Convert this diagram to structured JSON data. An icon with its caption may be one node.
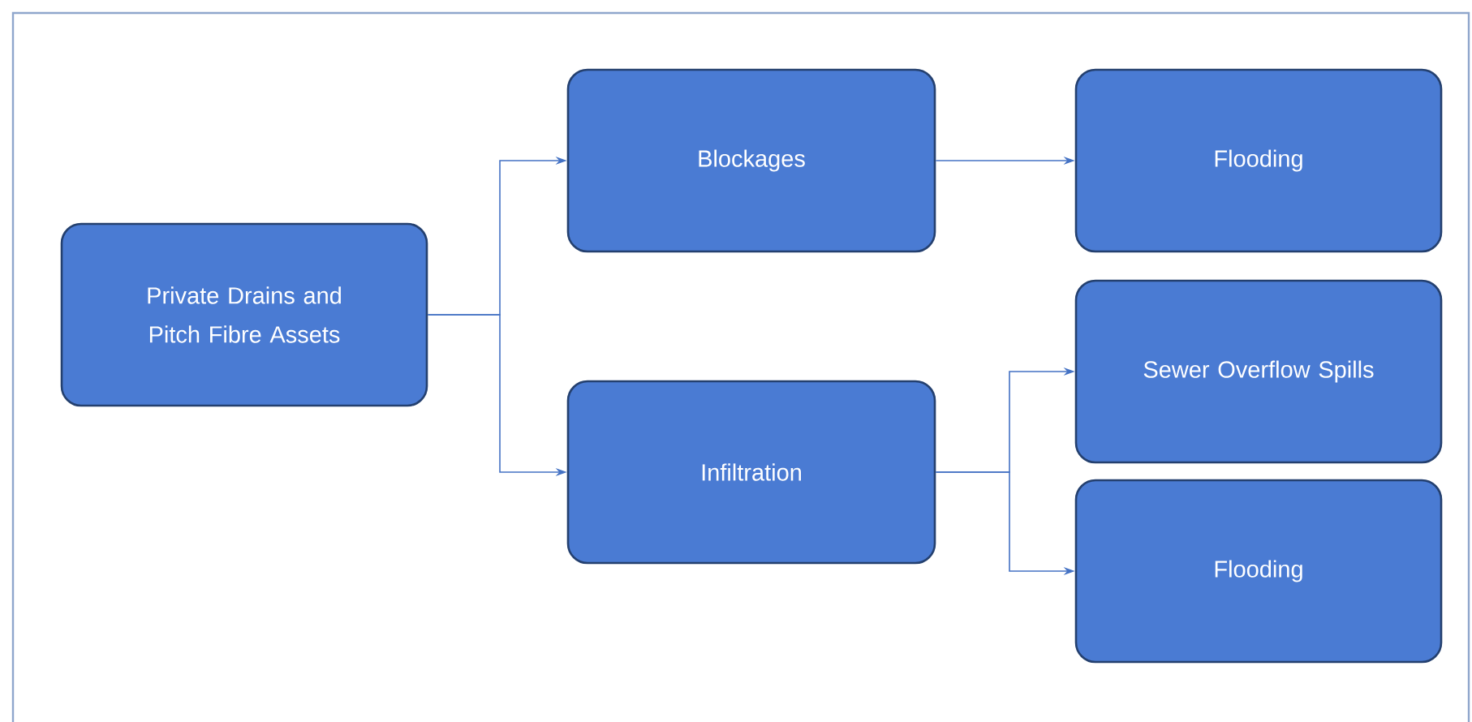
{
  "diagram": {
    "nodes": [
      {
        "text": [
          "Private Drains and Pitch Fibre Assets"
        ]
      },
      {
        "text": [
          "Blockages"
        ]
      },
      {
        "text": [
          "Infiltration"
        ]
      },
      {
        "text": [
          "Flooding"
        ]
      },
      {
        "text": [
          "Sewer Overflow Spills"
        ]
      },
      {
        "text": [
          "Flooding"
        ]
      }
    ],
    "edges": [
      {
        "from": 0,
        "to": 1,
        "arrow": "to"
      },
      {
        "from": 0,
        "to": 2,
        "arrow": "to"
      },
      {
        "from": 1,
        "to": 3,
        "arrow": "to"
      },
      {
        "from": 2,
        "to": 4,
        "arrow": "to"
      },
      {
        "from": 2,
        "to": 5,
        "arrow": "to"
      }
    ]
  }
}
